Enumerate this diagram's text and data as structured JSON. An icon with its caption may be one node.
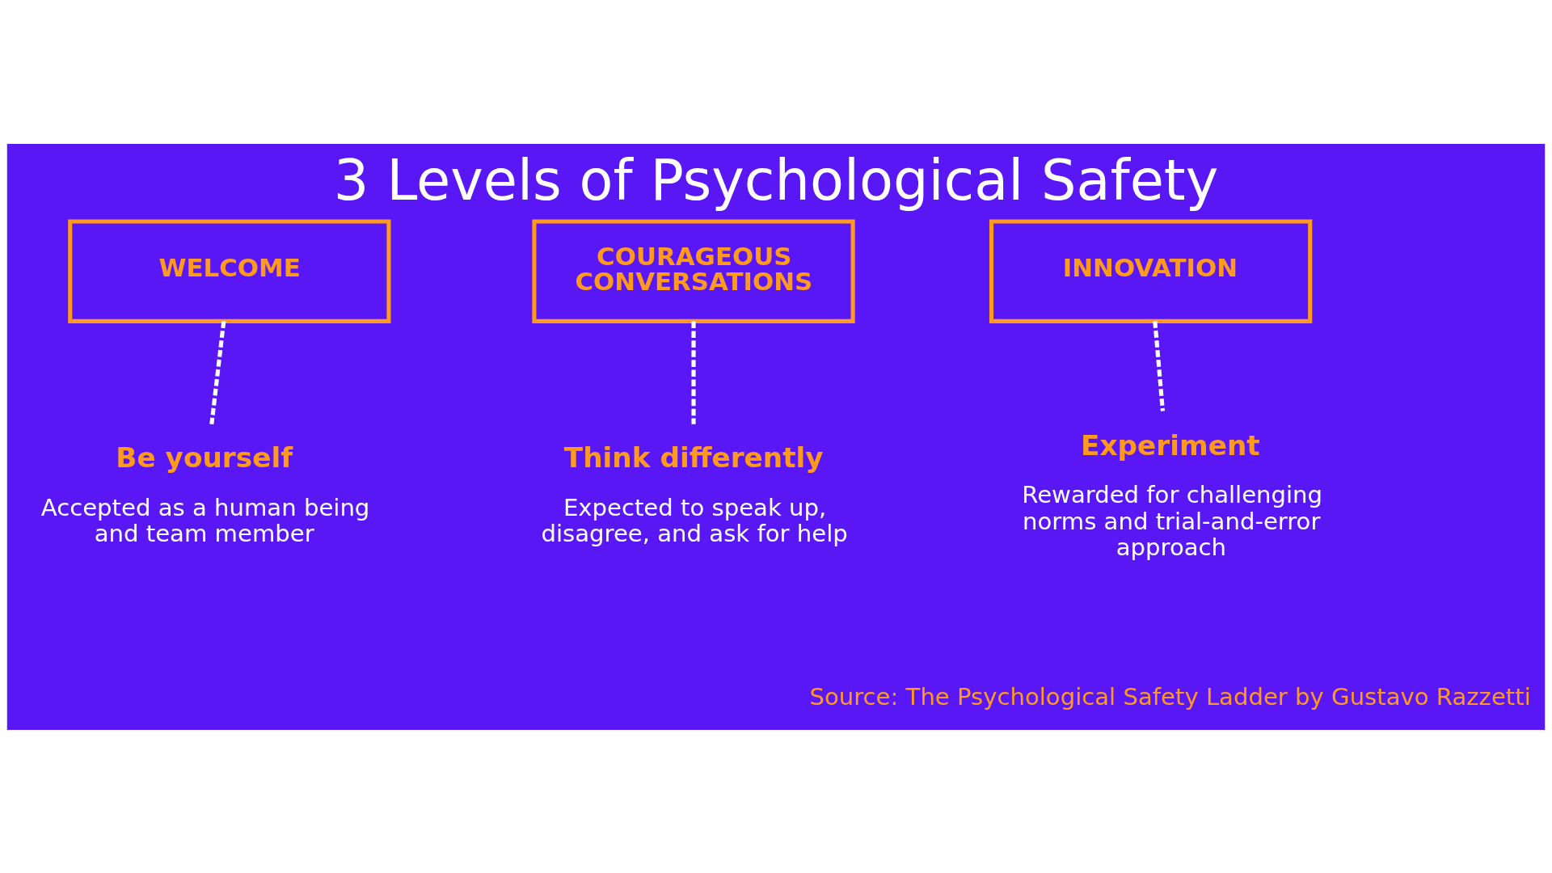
{
  "diagram": {
    "title": "3 Levels of Psychological Safety",
    "nodes": [
      {
        "text": [
          "WELCOME"
        ]
      },
      {
        "text": [
          "COURAGEOUS CONVERSATIONS"
        ]
      },
      {
        "text": [
          "INNOVATION"
        ]
      },
      {
        "text": [
          "Be yourself",
          "Accepted as a human being and team member"
        ]
      },
      {
        "text": [
          "Think differently",
          "Expected to speak up, disagree, and ask for help"
        ]
      },
      {
        "text": [
          "Experiment",
          "Rewarded for challenging norms and trial-and-error approach"
        ]
      }
    ],
    "edges": [
      {
        "from": 0,
        "to": 3,
        "arrow": "none",
        "style": "dashed"
      },
      {
        "from": 1,
        "to": 4,
        "arrow": "none",
        "style": "dashed"
      },
      {
        "from": 2,
        "to": 5,
        "arrow": "none",
        "style": "dashed"
      }
    ],
    "labels": [
      "Source: The Psychological Safety Ladder by Gustavo Razzetti"
    ]
  }
}
